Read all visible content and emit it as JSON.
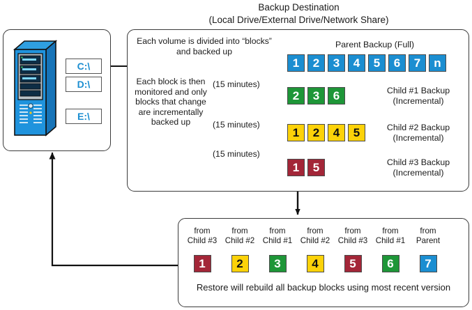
{
  "title": {
    "line1": "Backup Destination",
    "line2": "(Local Drive/External Drive/Network Share)"
  },
  "server": {
    "icon": "server-tower-icon",
    "drives": [
      {
        "label": "C:\\"
      },
      {
        "label": "D:\\"
      },
      {
        "label": "E:\\"
      }
    ]
  },
  "process": {
    "caption_volume": "Each volume is divided into “blocks” and backed up",
    "caption_monitor": "Each block is then monitored and only blocks that change are incrementally backed up",
    "intervals": [
      "(15 minutes)",
      "(15 minutes)",
      "(15 minutes)"
    ],
    "rows": [
      {
        "name": "parent-backup",
        "label": "Parent Backup (Full)",
        "color": "#1b8ed1",
        "text_color": "#ffffff",
        "blocks": [
          "1",
          "2",
          "3",
          "4",
          "5",
          "6",
          "7",
          "n"
        ]
      },
      {
        "name": "child-1-backup",
        "label": "Child #1 Backup (Incremental)",
        "color": "#1e9638",
        "text_color": "#ffffff",
        "blocks": [
          "2",
          "3",
          "6"
        ]
      },
      {
        "name": "child-2-backup",
        "label": "Child #2 Backup (Incremental)",
        "color": "#fcd209",
        "text_color": "#111111",
        "blocks": [
          "1",
          "2",
          "4",
          "5"
        ]
      },
      {
        "name": "child-3-backup",
        "label": "Child #3 Backup (Incremental)",
        "color": "#a32638",
        "text_color": "#ffffff",
        "blocks": [
          "1",
          "5"
        ]
      }
    ]
  },
  "restore": {
    "items": [
      {
        "source": "from Child #3",
        "block": "1",
        "color": "#a32638",
        "text_color": "#ffffff"
      },
      {
        "source": "from Child #2",
        "block": "2",
        "color": "#fcd209",
        "text_color": "#111111"
      },
      {
        "source": "from Child #1",
        "block": "3",
        "color": "#1e9638",
        "text_color": "#ffffff"
      },
      {
        "source": "from Child #2",
        "block": "4",
        "color": "#fcd209",
        "text_color": "#111111"
      },
      {
        "source": "from Child #3",
        "block": "5",
        "color": "#a32638",
        "text_color": "#ffffff"
      },
      {
        "source": "from Child #1",
        "block": "6",
        "color": "#1e9638",
        "text_color": "#ffffff"
      },
      {
        "source": "from Parent",
        "block": "7",
        "color": "#1b8ed1",
        "text_color": "#ffffff"
      }
    ],
    "note": "Restore will rebuild all backup blocks using most recent version"
  },
  "colors": {
    "parent_blue": "#1b8ed1",
    "child1_green": "#1e9638",
    "child2_yellow": "#fcd209",
    "child3_red": "#a32638",
    "outline": "#3a3a3a"
  }
}
